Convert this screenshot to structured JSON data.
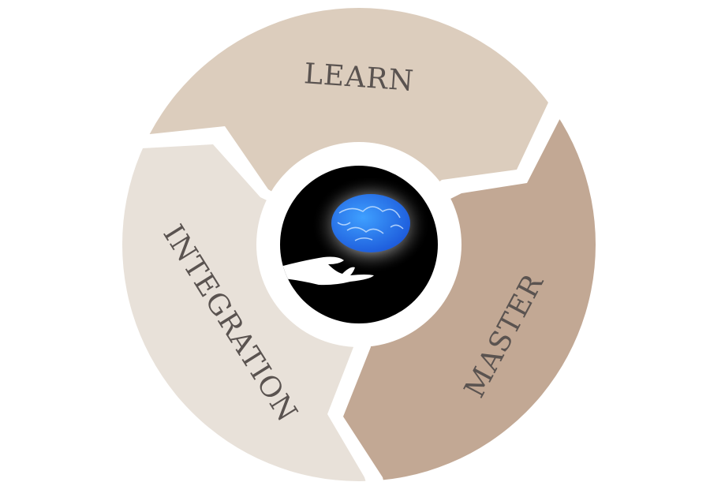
{
  "diagram": {
    "segments": [
      {
        "label": "LEARN",
        "color": "#dccdbd"
      },
      {
        "label": "MASTER",
        "color": "#c2a894"
      },
      {
        "label": "INTEGRATION",
        "color": "#e8e1d9"
      }
    ],
    "center": {
      "icon": "brain-in-hand-icon",
      "background": "#000000",
      "brain_color": "#2f7ff0"
    }
  }
}
